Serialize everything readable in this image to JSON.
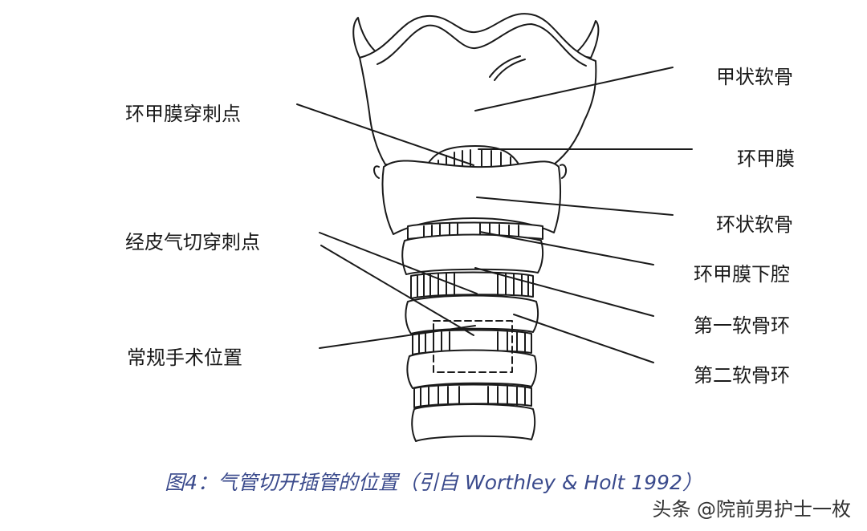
{
  "labels": {
    "thyroid_cartilage": "甲状软骨",
    "cricothyroid_membrane": "环甲膜",
    "cricoid_cartilage": "环状软骨",
    "subcricothyroid_cavity": "环甲膜下腔",
    "first_ring": "第一软骨环",
    "second_ring": "第二软骨环",
    "cricothyroid_puncture": "环甲膜穿刺点",
    "percutaneous_puncture": "经皮气切穿刺点",
    "routine_surgery": "常规手术位置"
  },
  "caption": "图4：气管切开插管的位置（引自 Worthley & Holt 1992）",
  "watermark": "头条 @院前男护士一枚",
  "colors": {
    "line": "#1a1a1a",
    "caption": "#3a4a8c"
  }
}
